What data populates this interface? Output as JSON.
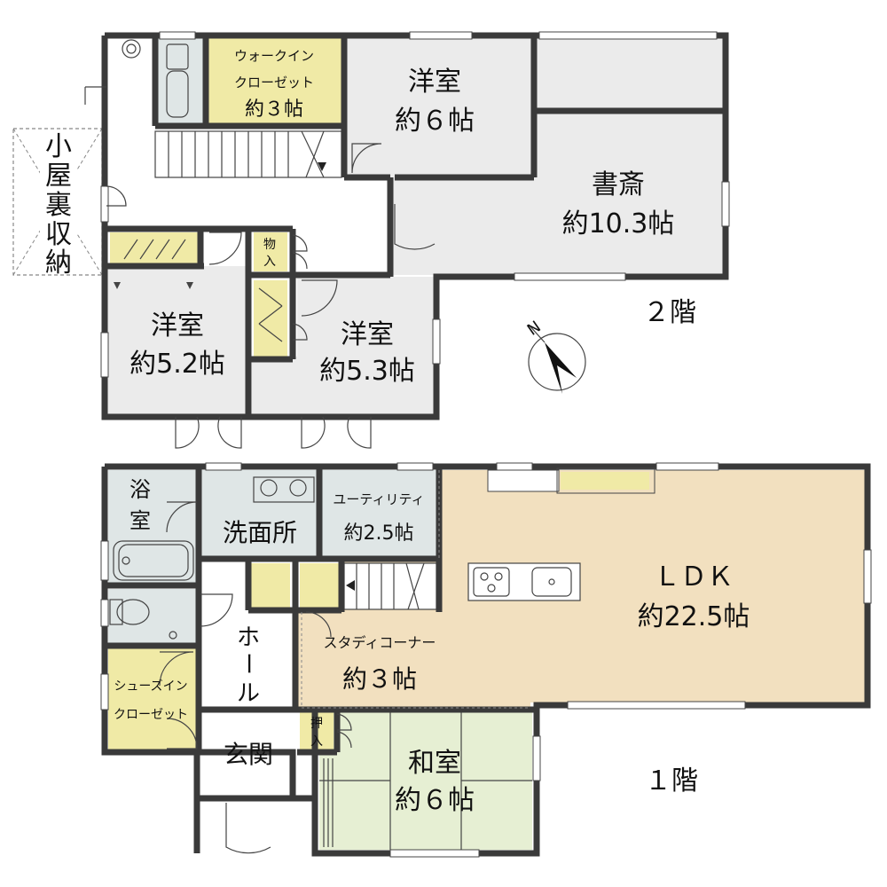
{
  "colors": {
    "western_room": "#ebebeb",
    "closet": "#f0eaa6",
    "water_area": "#dfe6e6",
    "ldk": "#f2e0bf",
    "washitsu": "#e6efd3",
    "wall": "#3a3a3a",
    "attic": "#ffffff"
  },
  "floors": {
    "second": {
      "label": "２階",
      "rooms": {
        "walkin_closet": {
          "line1": "ウォークイン",
          "line2": "クローゼット",
          "line3": "約３帖"
        },
        "western_6": {
          "name": "洋室",
          "size": "約６帖"
        },
        "study": {
          "name": "書斎",
          "size": "約10.3帖"
        },
        "western_52": {
          "name": "洋室",
          "size": "約5.2帖"
        },
        "western_53": {
          "name": "洋室",
          "size": "約5.3帖"
        },
        "storage": {
          "line1": "物",
          "line2": "入"
        }
      },
      "attic": {
        "c1": "小",
        "c2": "屋",
        "c3": "裏",
        "c4": "収",
        "c5": "納"
      }
    },
    "first": {
      "label": "１階",
      "rooms": {
        "bath": {
          "line1": "浴",
          "line2": "室"
        },
        "washroom": {
          "name": "洗面所"
        },
        "utility": {
          "name": "ユーティリティ",
          "size": "約2.5帖"
        },
        "ldk": {
          "name": "ＬＤＫ",
          "size": "約22.5帖"
        },
        "study_corner": {
          "name": "スタディコーナー",
          "size": "約３帖"
        },
        "hall": {
          "c1": "ホ",
          "c2": "ー",
          "c3": "ル"
        },
        "shoes_closet": {
          "line1": "シューズイン",
          "line2": "クローゼット"
        },
        "entrance": {
          "name": "玄関"
        },
        "oshiire": {
          "line1": "押",
          "line2": "入"
        },
        "washitsu": {
          "name": "和室",
          "size": "約６帖"
        }
      }
    }
  },
  "compass": {
    "label": "N",
    "icon": "north-arrow-icon"
  }
}
